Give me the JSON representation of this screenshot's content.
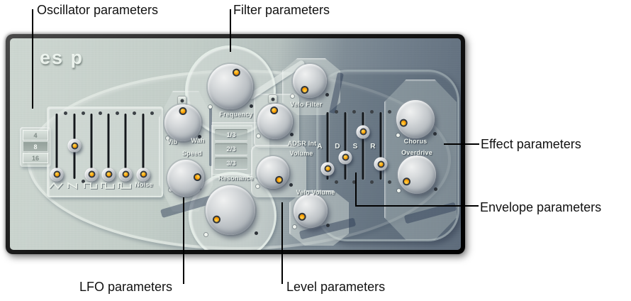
{
  "callouts": {
    "oscillator": "Oscillator parameters",
    "filter": "Filter parameters",
    "effect": "Effect parameters",
    "envelope": "Envelope parameters",
    "lfo": "LFO parameters",
    "level": "Level parameters"
  },
  "panel": {
    "logo": "es p",
    "oscillator": {
      "octave_buttons": [
        {
          "label": "4",
          "selected": false
        },
        {
          "label": "8",
          "selected": true
        },
        {
          "label": "16",
          "selected": false
        }
      ],
      "faders": [
        {
          "icon": "triangle-wave-icon",
          "value_pct": 7
        },
        {
          "icon": "sawtooth-wave-icon",
          "value_pct": 51
        },
        {
          "icon": "square-wave-icon",
          "value_pct": 7
        },
        {
          "icon": "pulse-wave-icon",
          "value_pct": 7
        },
        {
          "icon": "narrow-pulse-wave-icon",
          "value_pct": 7
        },
        {
          "icon": "noise-fader",
          "label": "Noise",
          "value_pct": 7
        }
      ]
    },
    "lfo": {
      "vib_label": "Vib",
      "wah_label": "Wah",
      "speed_label": "Speed",
      "vib_wah_knob": {
        "angle": 0
      },
      "speed_knob": {
        "angle": 85
      }
    },
    "filter": {
      "frequency_label": "Frequency",
      "frequency_knob": {
        "angle": 23
      },
      "key_follow_buttons": [
        "1/3",
        "2/3",
        "3/3"
      ],
      "resonance_label": "Resonance",
      "resonance_knob": {
        "angle": 236
      },
      "velo_filter_label": "Velo Filter",
      "velo_filter_knob": {
        "angle": 210
      },
      "adsr_int_label": "ADSR Int",
      "adsr_int_knob": {
        "angle": 355
      }
    },
    "level": {
      "volume_label": "Volume",
      "volume_knob": {
        "angle": 140
      },
      "velo_volume_label": "Velo Volume",
      "velo_volume_knob": {
        "angle": 235
      }
    },
    "envelope": {
      "sliders": [
        {
          "label": "A",
          "value_pct": 16
        },
        {
          "label": "D",
          "value_pct": 33
        },
        {
          "label": "S",
          "value_pct": 71
        },
        {
          "label": "R",
          "value_pct": 23
        }
      ]
    },
    "effects": {
      "chorus_label": "Chorus",
      "chorus_knob": {
        "angle": 253
      },
      "overdrive_label": "Overdrive",
      "overdrive_knob": {
        "angle": 236
      }
    }
  },
  "colors": {
    "led_orange": "#ffa000",
    "panel_light": "#c5d0ca",
    "panel_dark": "#8d9aa4",
    "accent_navy": "#263650",
    "callout_text": "#111111"
  }
}
